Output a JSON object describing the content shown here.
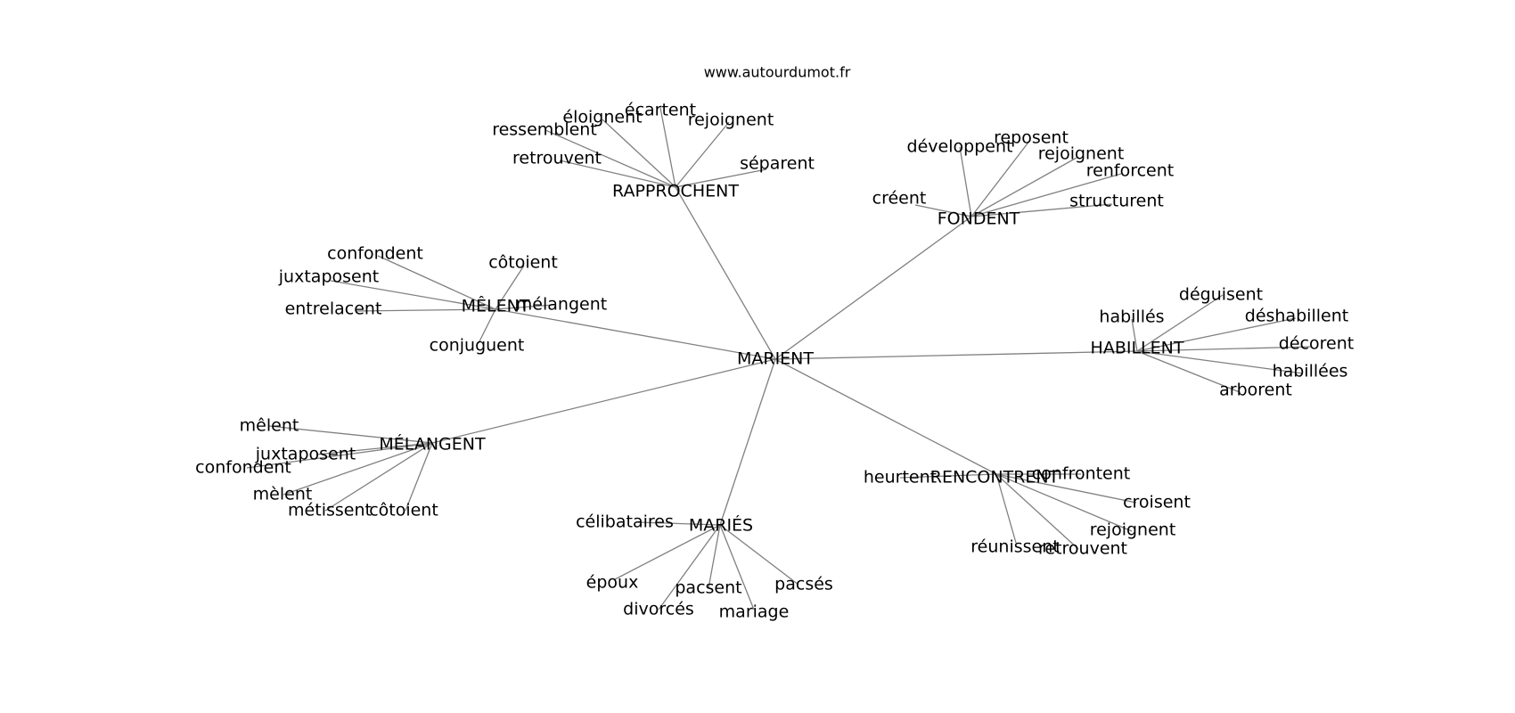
{
  "source_text": "www.autourdumot.fr",
  "graph": {
    "root": "MARIENT",
    "clusters": [
      {
        "id": "rapprochent",
        "hub": "RAPPROCHENT",
        "leaves": [
          "ressemblent",
          "éloignent",
          "écartent",
          "rejoignent",
          "retrouvent",
          "séparent"
        ]
      },
      {
        "id": "fondent",
        "hub": "FONDENT",
        "leaves": [
          "développent",
          "reposent",
          "rejoignent",
          "renforcent",
          "créent",
          "structurent"
        ]
      },
      {
        "id": "melent",
        "hub": "MÊLENT",
        "leaves": [
          "confondent",
          "côtoient",
          "juxtaposent",
          "mélangent",
          "entrelacent",
          "conjuguent"
        ]
      },
      {
        "id": "habillent",
        "hub": "HABILLENT",
        "leaves": [
          "déguisent",
          "habillés",
          "déshabillent",
          "décorent",
          "habillées",
          "arborent"
        ]
      },
      {
        "id": "melangent",
        "hub": "MÉLANGENT",
        "leaves": [
          "mêlent",
          "juxtaposent",
          "confondent",
          "mèlent",
          "métissent",
          "côtoient"
        ]
      },
      {
        "id": "rencontrent",
        "hub": "RENCONTRENT",
        "leaves": [
          "heurtent",
          "confrontent",
          "croisent",
          "rejoignent",
          "réunissent",
          "retrouvent"
        ]
      },
      {
        "id": "maries",
        "hub": "MARIÉS",
        "leaves": [
          "célibataires",
          "époux",
          "pacsent",
          "pacsés",
          "divorcés",
          "mariage"
        ]
      }
    ]
  }
}
